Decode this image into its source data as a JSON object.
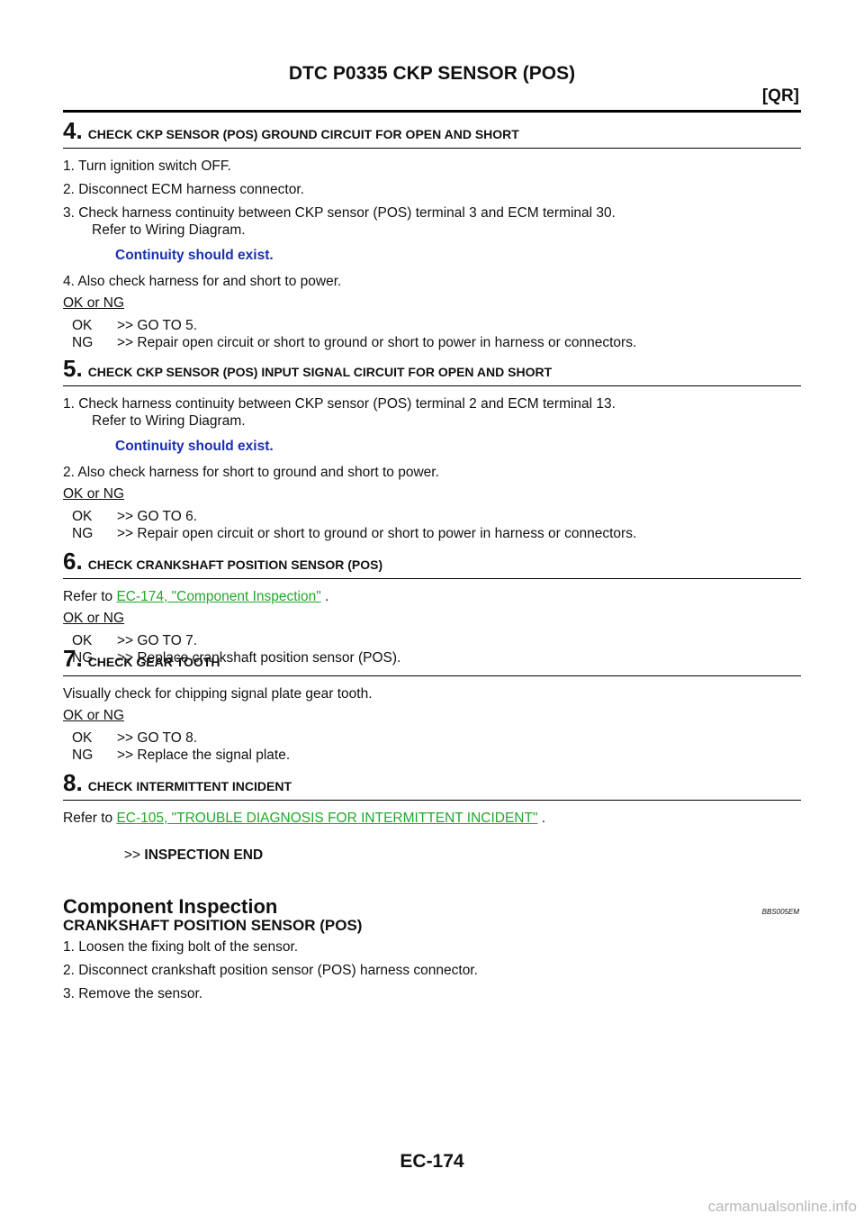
{
  "header": {
    "title": "DTC P0335 CKP SENSOR (POS)",
    "tag": "[QR]"
  },
  "steps": [
    {
      "num": "4.",
      "title": "CHECK CKP SENSOR (POS) GROUND CIRCUIT FOR OPEN AND SHORT",
      "lines": [
        "1. Turn ignition switch OFF.",
        "2. Disconnect ECM harness connector.",
        "3. Check harness continuity between CKP sensor (POS) terminal 3 and ECM terminal 30.",
        "Refer to Wiring Diagram.",
        "Continuity should exist.",
        "4. Also check harness for and short to power."
      ],
      "ok_ng": "OK or NG",
      "ok": ">> GO TO 5.",
      "ng": ">> Repair open circuit or short to ground or short to power in harness or connectors."
    },
    {
      "num": "5.",
      "title": "CHECK CKP SENSOR (POS) INPUT SIGNAL CIRCUIT FOR OPEN AND SHORT",
      "lines": [
        "1. Check harness continuity between CKP sensor (POS) terminal 2 and ECM terminal 13.",
        "Refer to Wiring Diagram.",
        "Continuity should exist.",
        "2. Also check harness for short to ground and short to power."
      ],
      "ok_ng": "OK or NG",
      "ok": ">> GO TO 6.",
      "ng": ">> Repair open circuit or short to ground or short to power in harness or connectors."
    },
    {
      "num": "6.",
      "title": "CHECK CRANKSHAFT POSITION SENSOR (POS)",
      "refer_prefix": "Refer to ",
      "refer_link": "EC-174, \"Component Inspection\"",
      "refer_suffix": " .",
      "ok_ng": "OK or NG",
      "ok": ">> GO TO 7.",
      "ng": ">> Replace crankshaft position sensor (POS)."
    },
    {
      "num": "7.",
      "title": "CHECK GEAR TOOTH",
      "lines": [
        "Visually check for chipping signal plate gear tooth."
      ],
      "ok_ng": "OK or NG",
      "ok": ">> GO TO 8.",
      "ng": ">> Replace the signal plate."
    },
    {
      "num": "8.",
      "title": "CHECK INTERMITTENT INCIDENT",
      "refer_prefix": "Refer to ",
      "refer_link": "EC-105, \"TROUBLE DIAGNOSIS FOR INTERMITTENT INCIDENT\"",
      "refer_suffix": " .",
      "end_prefix": ">>",
      "end_label": "INSPECTION END"
    }
  ],
  "labels": {
    "ok": "OK",
    "ng": "NG"
  },
  "component": {
    "title": "Component Inspection",
    "code": "BBS005EM",
    "subtitle": "CRANKSHAFT POSITION SENSOR (POS)",
    "lines": [
      "1. Loosen the fixing bolt of the sensor.",
      "2. Disconnect crankshaft position sensor (POS) harness connector.",
      "3. Remove the sensor."
    ]
  },
  "footer": {
    "page": "EC-174"
  },
  "watermark": "carmanualsonline.info"
}
